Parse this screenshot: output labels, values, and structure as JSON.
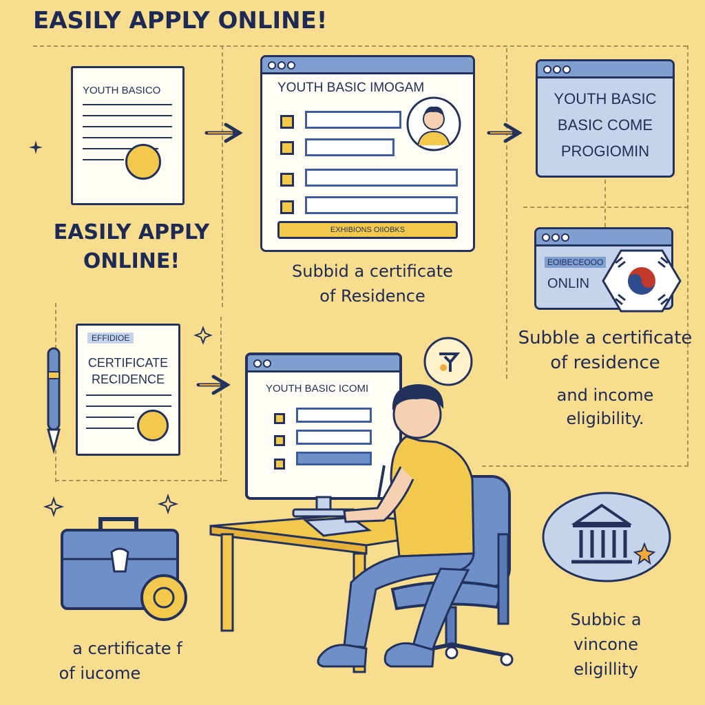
{
  "header": {
    "title": "EASILY APPLY ONLINE!"
  },
  "left_panel": {
    "doc_title": "YOUTH BASICO",
    "slogan_line1": "EASILY APPLY",
    "slogan_line2": "ONLINE!",
    "cert_header": "EFFIDIOE",
    "cert_line1": "CERTIFICATE",
    "cert_line2": "RECIDENCE"
  },
  "center_form": {
    "title": "YOUTH BASIC IMOGAM",
    "button_label": "EXHIBIONS OIIOBKS",
    "caption_line1": "Subbid a certificate",
    "caption_line2": "of Residence"
  },
  "right_top": {
    "line1": "YOUTH BASIC",
    "line2": "BASIC COME",
    "line3": "PROGIOMIN"
  },
  "right_mid": {
    "header": "EOIBECEOOO",
    "label": "ONLIN",
    "caption_line1": "Subble a certificate",
    "caption_line2": "of residence",
    "caption_line3": "and  income",
    "caption_line4": "eligibility."
  },
  "monitor": {
    "title": "YOUTH BASIC ICOMI"
  },
  "bottom_left": {
    "caption_line1": "a certificate  f",
    "caption_line2": "of iucome"
  },
  "bottom_right": {
    "caption_line1": "Subbic a",
    "caption_line2": "vincone",
    "caption_line3": "eligillity"
  },
  "icons": [
    "arrow-right-icon",
    "sparkle-icon",
    "pen-icon",
    "briefcase-icon",
    "bank-icon",
    "person-avatar-icon",
    "flag-emblem-icon",
    "seal-icon",
    "chair-icon",
    "monitor-icon"
  ],
  "colors": {
    "background": "#f8dd8e",
    "ink": "#22325c",
    "accent_yellow": "#f2c94c",
    "accent_blue": "#7f9fd0"
  }
}
